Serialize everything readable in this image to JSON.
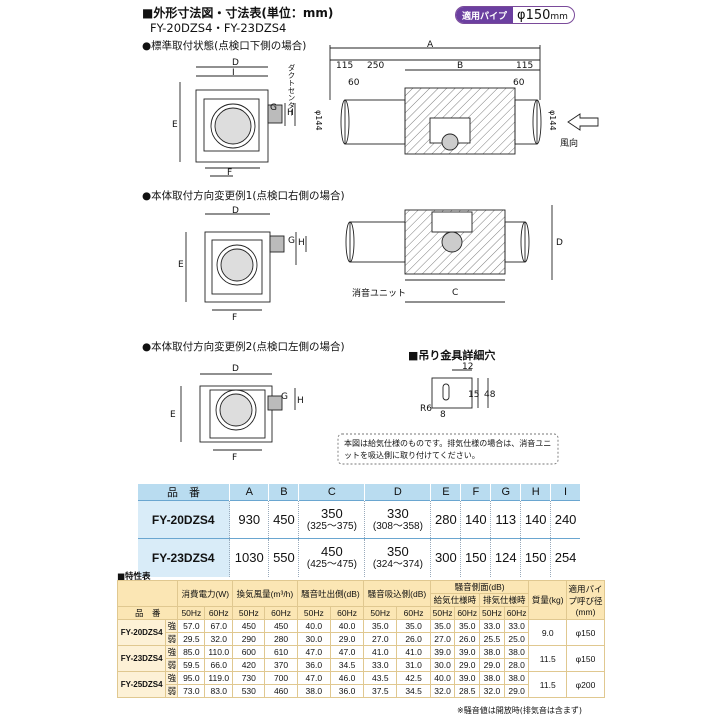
{
  "header": {
    "title": "■外形寸法図・寸法表(単位：mm)",
    "models": "FY-20DZS4・FY-23DZS4",
    "pipe_badge_label": "適用パイプ",
    "pipe_badge_value": "φ150",
    "pipe_badge_unit": "mm"
  },
  "sections": {
    "standard": "●標準取付状態(点検口下側の場合)",
    "change1": "●本体取付方向変更例1(点検口右側の場合)",
    "change2": "●本体取付方向変更例2(点検口左側の場合)",
    "hanger": "■吊り金具詳細穴"
  },
  "labels": {
    "D": "D",
    "E": "E",
    "F": "F",
    "G": "G",
    "H": "H",
    "I": "I",
    "A": "A",
    "B": "B",
    "C": "C",
    "duct_center": "ダクトセンター",
    "d115a": "115",
    "d250": "250",
    "d115b": "115",
    "d60a": "60",
    "d60b": "60",
    "phi144a": "φ144",
    "phi144b": "φ144",
    "wind": "風向",
    "silencer": "消音ユニット",
    "h12": "12",
    "h15": "15",
    "h48": "48",
    "h8": "8",
    "r6": "R6",
    "note": "本図は給気仕様のものです。排気仕様の場合は、消音ユニットを吸込側に取り付けてください。"
  },
  "dim_table": {
    "headers": [
      "品　番",
      "A",
      "B",
      "C",
      "D",
      "E",
      "F",
      "G",
      "H",
      "I"
    ],
    "rows": [
      {
        "name": "FY-20DZS4",
        "A": "930",
        "B": "450",
        "C": "350",
        "C_range": "(325～375)",
        "D": "330",
        "D_range": "(308～358)",
        "E": "280",
        "F": "140",
        "G": "113",
        "H": "140",
        "I": "240"
      },
      {
        "name": "FY-23DZS4",
        "A": "1030",
        "B": "550",
        "C": "450",
        "C_range": "(425～475)",
        "D": "350",
        "D_range": "(324～374)",
        "E": "300",
        "F": "150",
        "G": "124",
        "H": "150",
        "I": "254"
      }
    ]
  },
  "spec_table": {
    "title": "■特性表",
    "h_power": "消費電力(W)",
    "h_air": "換気風量(m³/h)",
    "h_noise_out": "騒音吐出側(dB)",
    "h_noise_in": "騒音吸込側(dB)",
    "h_noise_side": "騒音側面(dB)",
    "h_mass": "質量(kg)",
    "h_pipe": "適用パイプ呼び径(mm)",
    "h_model": "品　番",
    "h_supply": "給気仕様時",
    "h_exhaust": "排気仕様時",
    "hz50": "50Hz",
    "hz60": "60Hz",
    "rows": [
      {
        "model": "FY-20DZS4",
        "mode": "強",
        "v": [
          "57.0",
          "67.0",
          "450",
          "450",
          "40.0",
          "40.0",
          "35.0",
          "35.0",
          "35.0",
          "35.0",
          "33.0",
          "33.0"
        ],
        "mass": "9.0",
        "pipe": "φ150"
      },
      {
        "model": "",
        "mode": "弱",
        "v": [
          "29.5",
          "32.0",
          "290",
          "280",
          "30.0",
          "29.0",
          "27.0",
          "26.0",
          "27.0",
          "26.0",
          "25.5",
          "25.0"
        ],
        "mass": "",
        "pipe": ""
      },
      {
        "model": "FY-23DZS4",
        "mode": "強",
        "v": [
          "85.0",
          "110.0",
          "600",
          "610",
          "47.0",
          "47.0",
          "41.0",
          "41.0",
          "39.0",
          "39.0",
          "38.0",
          "38.0"
        ],
        "mass": "11.5",
        "pipe": "φ150"
      },
      {
        "model": "",
        "mode": "弱",
        "v": [
          "59.5",
          "66.0",
          "420",
          "370",
          "36.0",
          "34.5",
          "33.0",
          "31.0",
          "30.0",
          "29.0",
          "29.0",
          "28.0"
        ],
        "mass": "",
        "pipe": ""
      },
      {
        "model": "FY-25DZS4",
        "mode": "強",
        "v": [
          "95.0",
          "119.0",
          "730",
          "700",
          "47.0",
          "46.0",
          "43.5",
          "42.5",
          "40.0",
          "39.0",
          "38.0",
          "38.0"
        ],
        "mass": "11.5",
        "pipe": "φ200"
      },
      {
        "model": "",
        "mode": "弱",
        "v": [
          "73.0",
          "83.0",
          "530",
          "460",
          "38.0",
          "36.0",
          "37.5",
          "34.5",
          "32.0",
          "28.5",
          "32.0",
          "29.0"
        ],
        "mass": "",
        "pipe": ""
      }
    ],
    "note": "※騒音値は開放時(排気音は含まず)"
  }
}
